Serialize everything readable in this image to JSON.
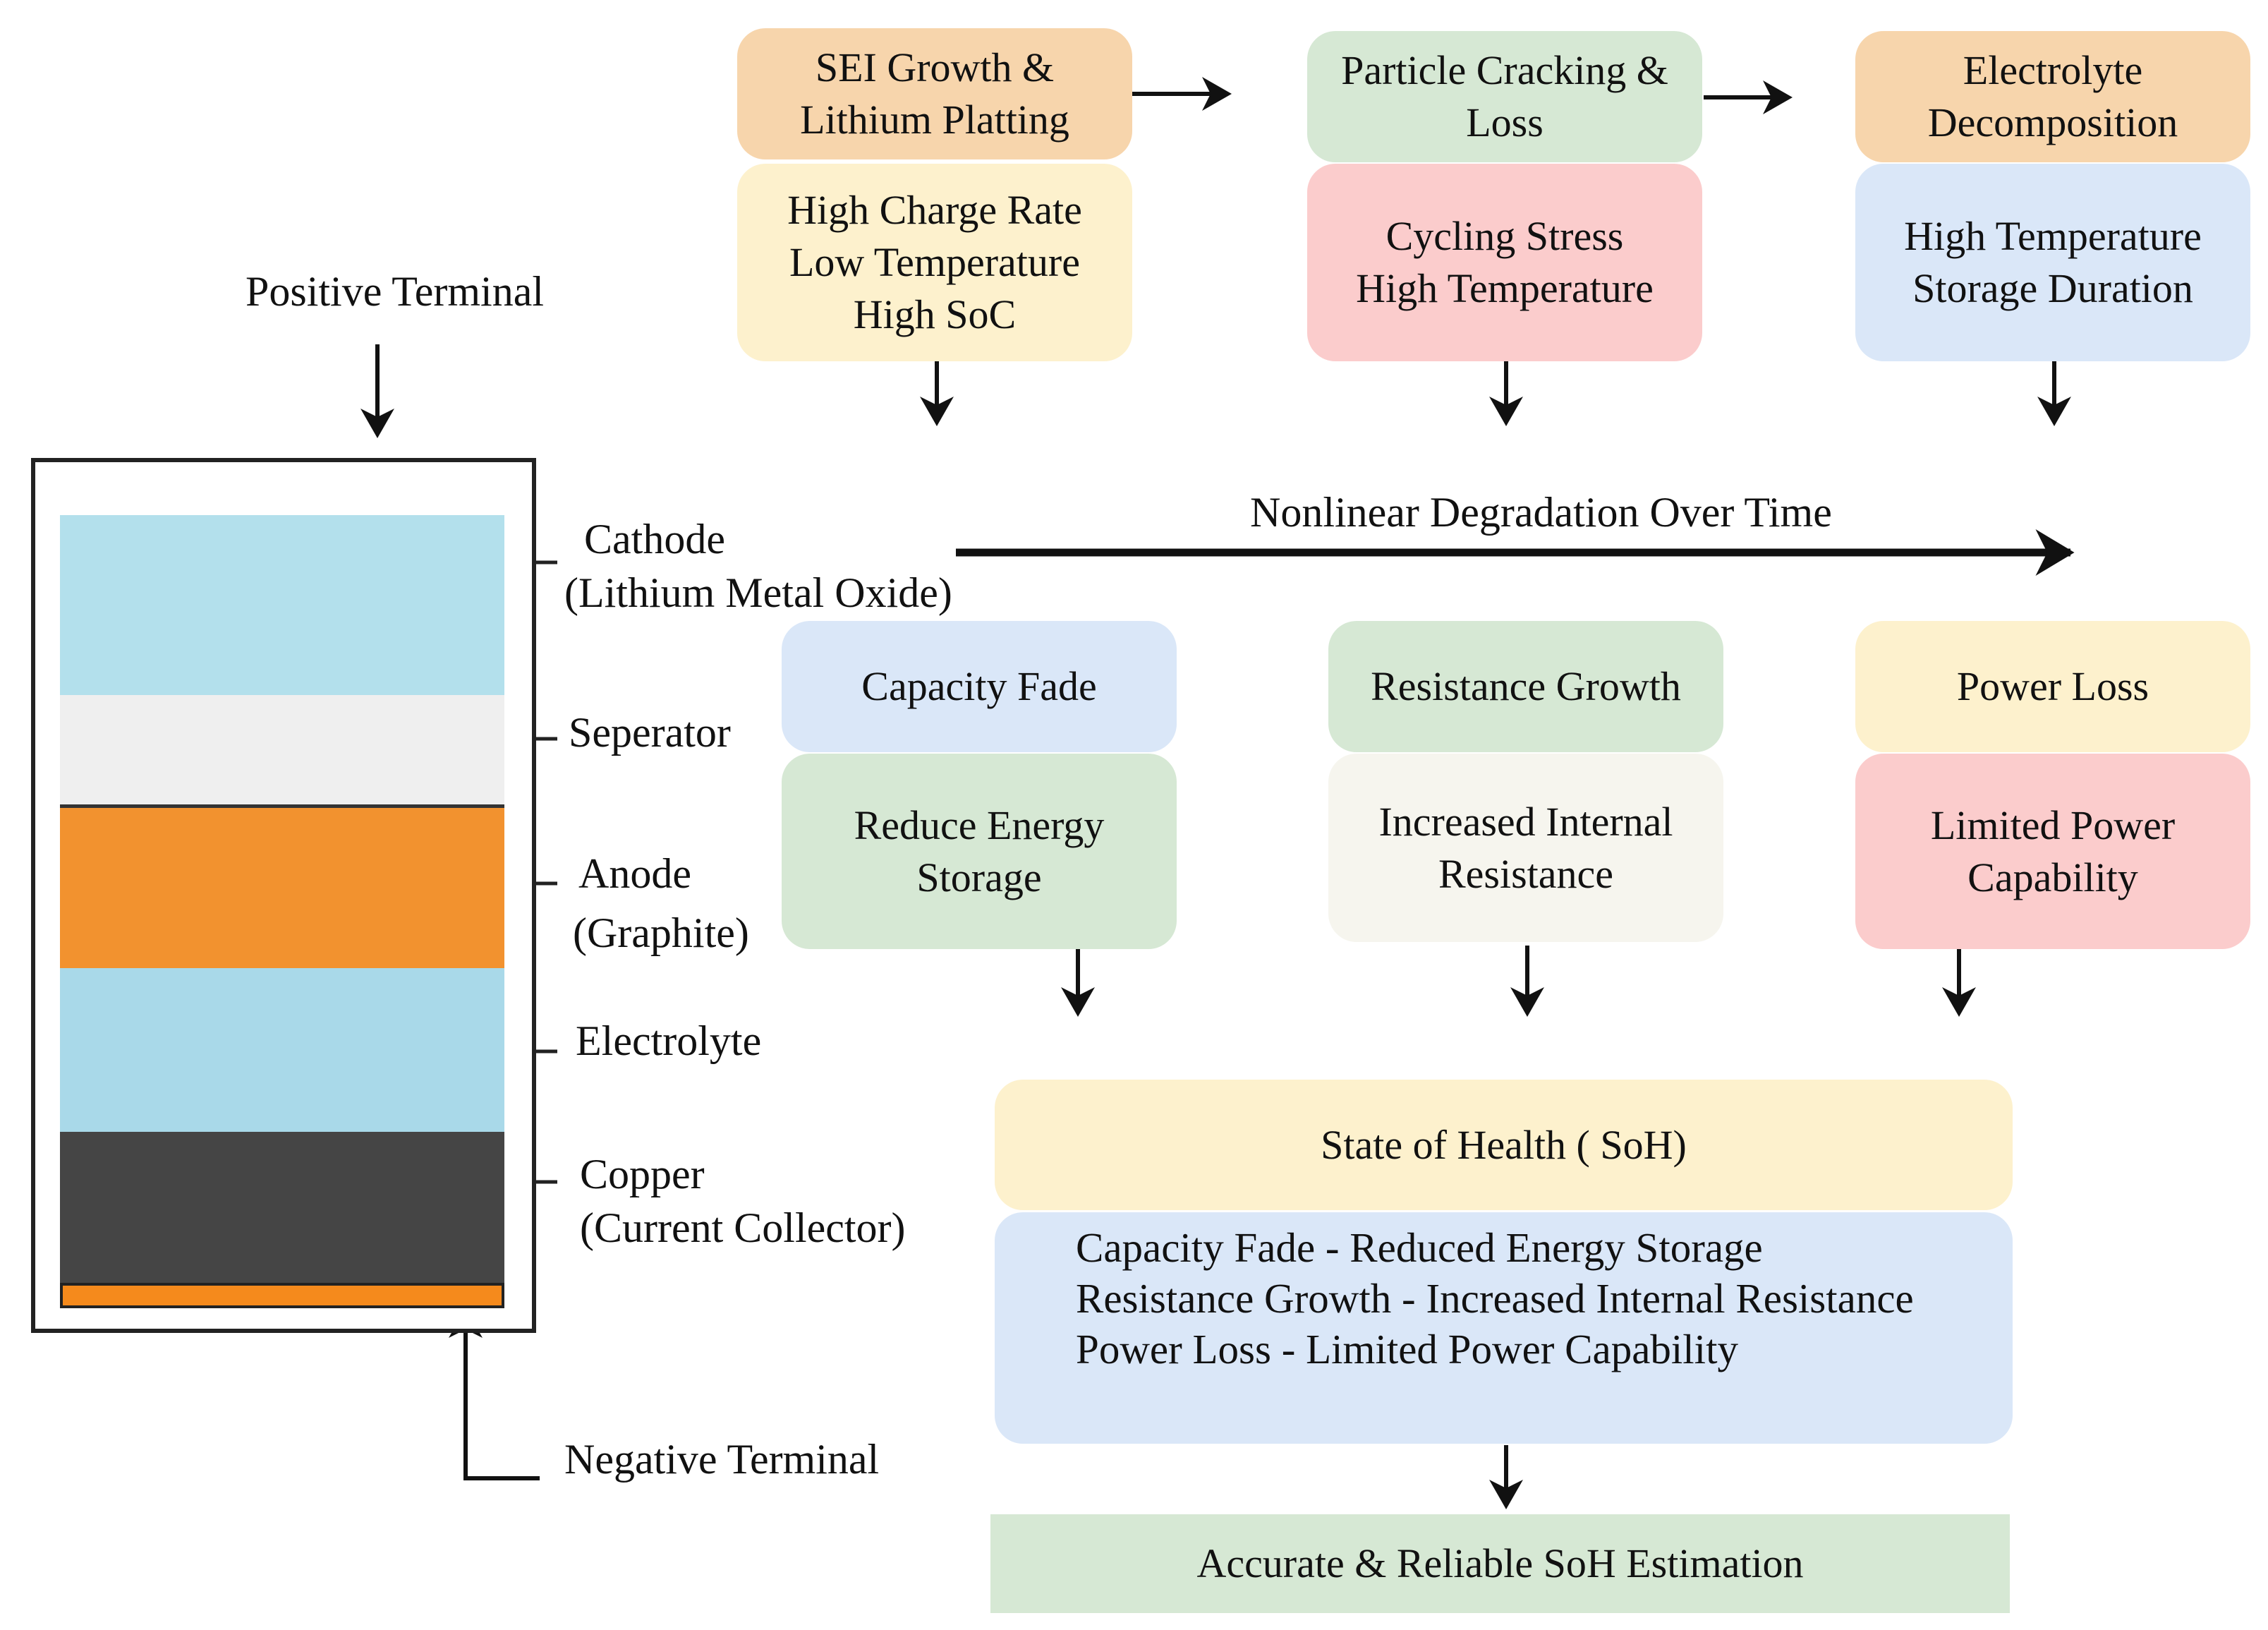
{
  "battery": {
    "positive_terminal": "Positive Terminal",
    "negative_terminal": "Negative Terminal",
    "layers": {
      "cathode": {
        "lines": [
          "Cathode",
          "(Lithium Metal Oxide)"
        ],
        "color": "#b3e0ec"
      },
      "separator": {
        "lines": [
          "Seperator"
        ],
        "color": "#efefef"
      },
      "anode": {
        "lines": [
          "Anode",
          "(Graphite)"
        ],
        "color": "#f2922f"
      },
      "electrolyte": {
        "lines": [
          "Electrolyte"
        ],
        "color": "#a9d9e9"
      },
      "copper": {
        "lines": [
          "Copper",
          "(Current Collector)"
        ],
        "color": "#454545"
      }
    },
    "foil_color": "#f58a1c"
  },
  "mechanisms": [
    {
      "title": [
        "SEI Growth &",
        "Lithium Platting"
      ],
      "causes": [
        "High Charge Rate",
        "Low Temperature",
        "High SoC"
      ]
    },
    {
      "title": [
        "Particle Cracking &",
        "Loss"
      ],
      "causes": [
        "Cycling Stress",
        "High Temperature"
      ]
    },
    {
      "title": [
        "Electrolyte",
        "Decomposition"
      ],
      "causes": [
        "High Temperature",
        "Storage Duration"
      ]
    }
  ],
  "timeline": {
    "label": "Nonlinear Degradation Over Time"
  },
  "effects": [
    {
      "title": "Capacity Fade",
      "detail": [
        "Reduce Energy",
        "Storage"
      ]
    },
    {
      "title": "Resistance Growth",
      "detail": [
        "Increased Internal",
        "Resistance"
      ]
    },
    {
      "title": "Power Loss",
      "detail": [
        "Limited Power",
        "Capability"
      ]
    }
  ],
  "soh": {
    "title": "State of Health ( SoH)",
    "items": [
      "Capacity Fade - Reduced Energy Storage",
      "Resistance Growth - Increased Internal Resistance",
      "Power Loss - Limited Power Capability"
    ]
  },
  "result": {
    "label": "Accurate & Reliable SoH Estimation"
  },
  "colors": {
    "orange": "#f7d5ac",
    "yellow": "#fdf1cd",
    "green": "#d6e8d4",
    "pink": "#fbcccc",
    "blue": "#dae7f8",
    "cream": "#f6f5ee"
  }
}
